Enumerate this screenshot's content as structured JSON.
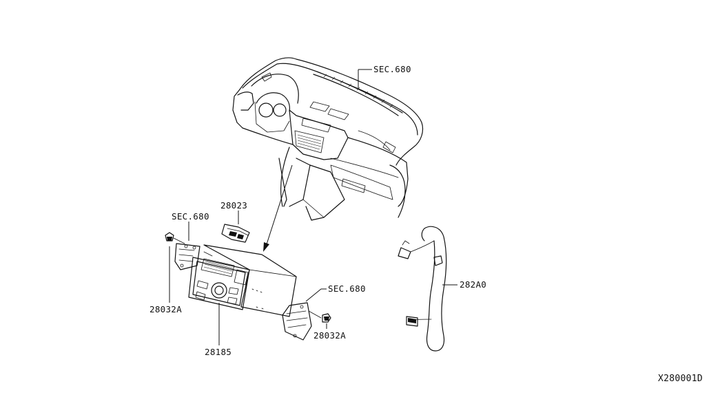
{
  "diagram": {
    "labels": {
      "sec680_dash": "SEC.680",
      "sec680_left": "SEC.680",
      "sec680_right": "SEC.680",
      "part_28023": "28023",
      "part_28032a_left": "28032A",
      "part_28032a_right": "28032A",
      "part_28185": "28185",
      "part_282a0": "282A0",
      "drawing_number": "X280001D"
    }
  }
}
